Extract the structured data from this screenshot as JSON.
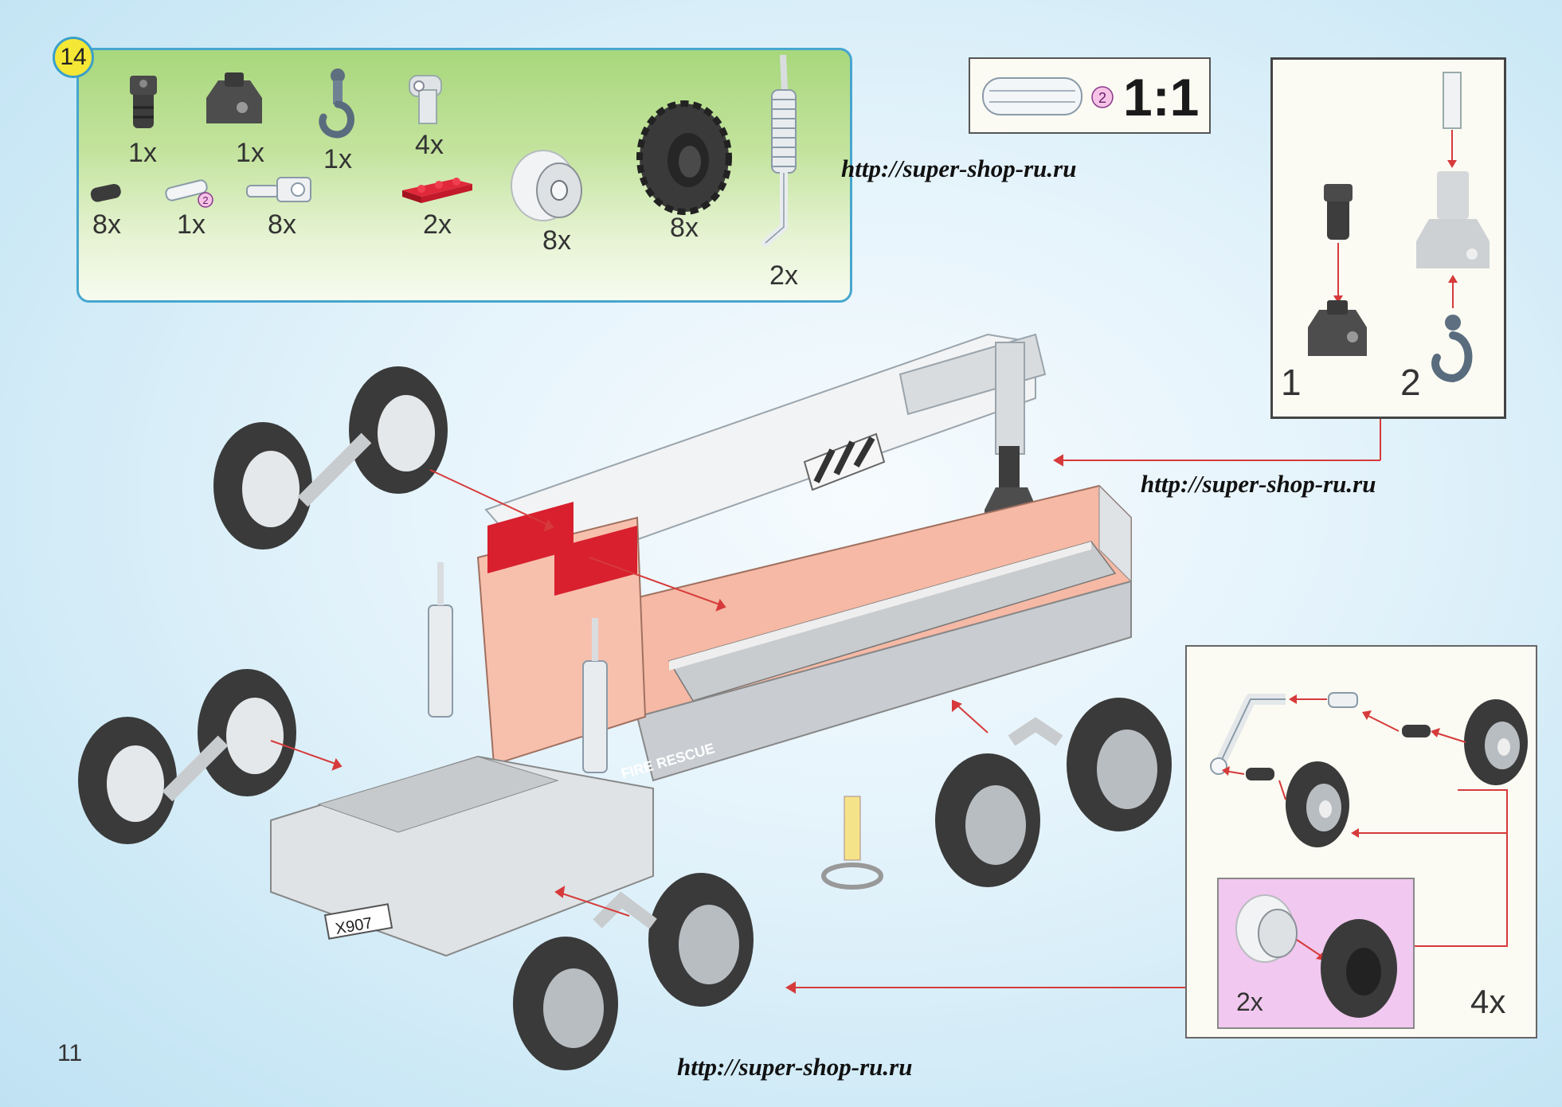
{
  "step_number": "14",
  "parts": [
    {
      "name": "connector-peg",
      "qty": "1x"
    },
    {
      "name": "hinge-block",
      "qty": "1x"
    },
    {
      "name": "crane-hook",
      "qty": "1x"
    },
    {
      "name": "angle-connector",
      "qty": "4x"
    },
    {
      "name": "pin",
      "qty": "8x"
    },
    {
      "name": "axle-2",
      "qty": "1x",
      "badge": "2"
    },
    {
      "name": "axle-connector",
      "qty": "8x"
    },
    {
      "name": "red-plate",
      "qty": "2x"
    },
    {
      "name": "rim",
      "qty": "8x"
    },
    {
      "name": "tire",
      "qty": "8x"
    },
    {
      "name": "exhaust-pipe",
      "qty": "2x"
    }
  ],
  "ratio_box": {
    "badge": "2",
    "ratio": "1:1"
  },
  "subassembly_1": {
    "step_1": "1",
    "step_2": "2"
  },
  "subassembly_2": {
    "wheel_count": "2x",
    "assembly_count": "4x"
  },
  "truck_labels": {
    "fire_rescue": "FIRE RESCUE",
    "plate": "X907"
  },
  "urls": [
    "http://super-shop-ru.ru",
    "http://super-shop-ru.ru",
    "http://super-shop-ru.ru"
  ],
  "page_number": "11",
  "colors": {
    "panel_border": "#46a6cf",
    "badge_fill": "#f4e735",
    "arrow": "#d63a3a",
    "truck_body": "#f5b9a5",
    "plate_red": "#d8202e",
    "wheel_box": "#f1c8ef"
  }
}
